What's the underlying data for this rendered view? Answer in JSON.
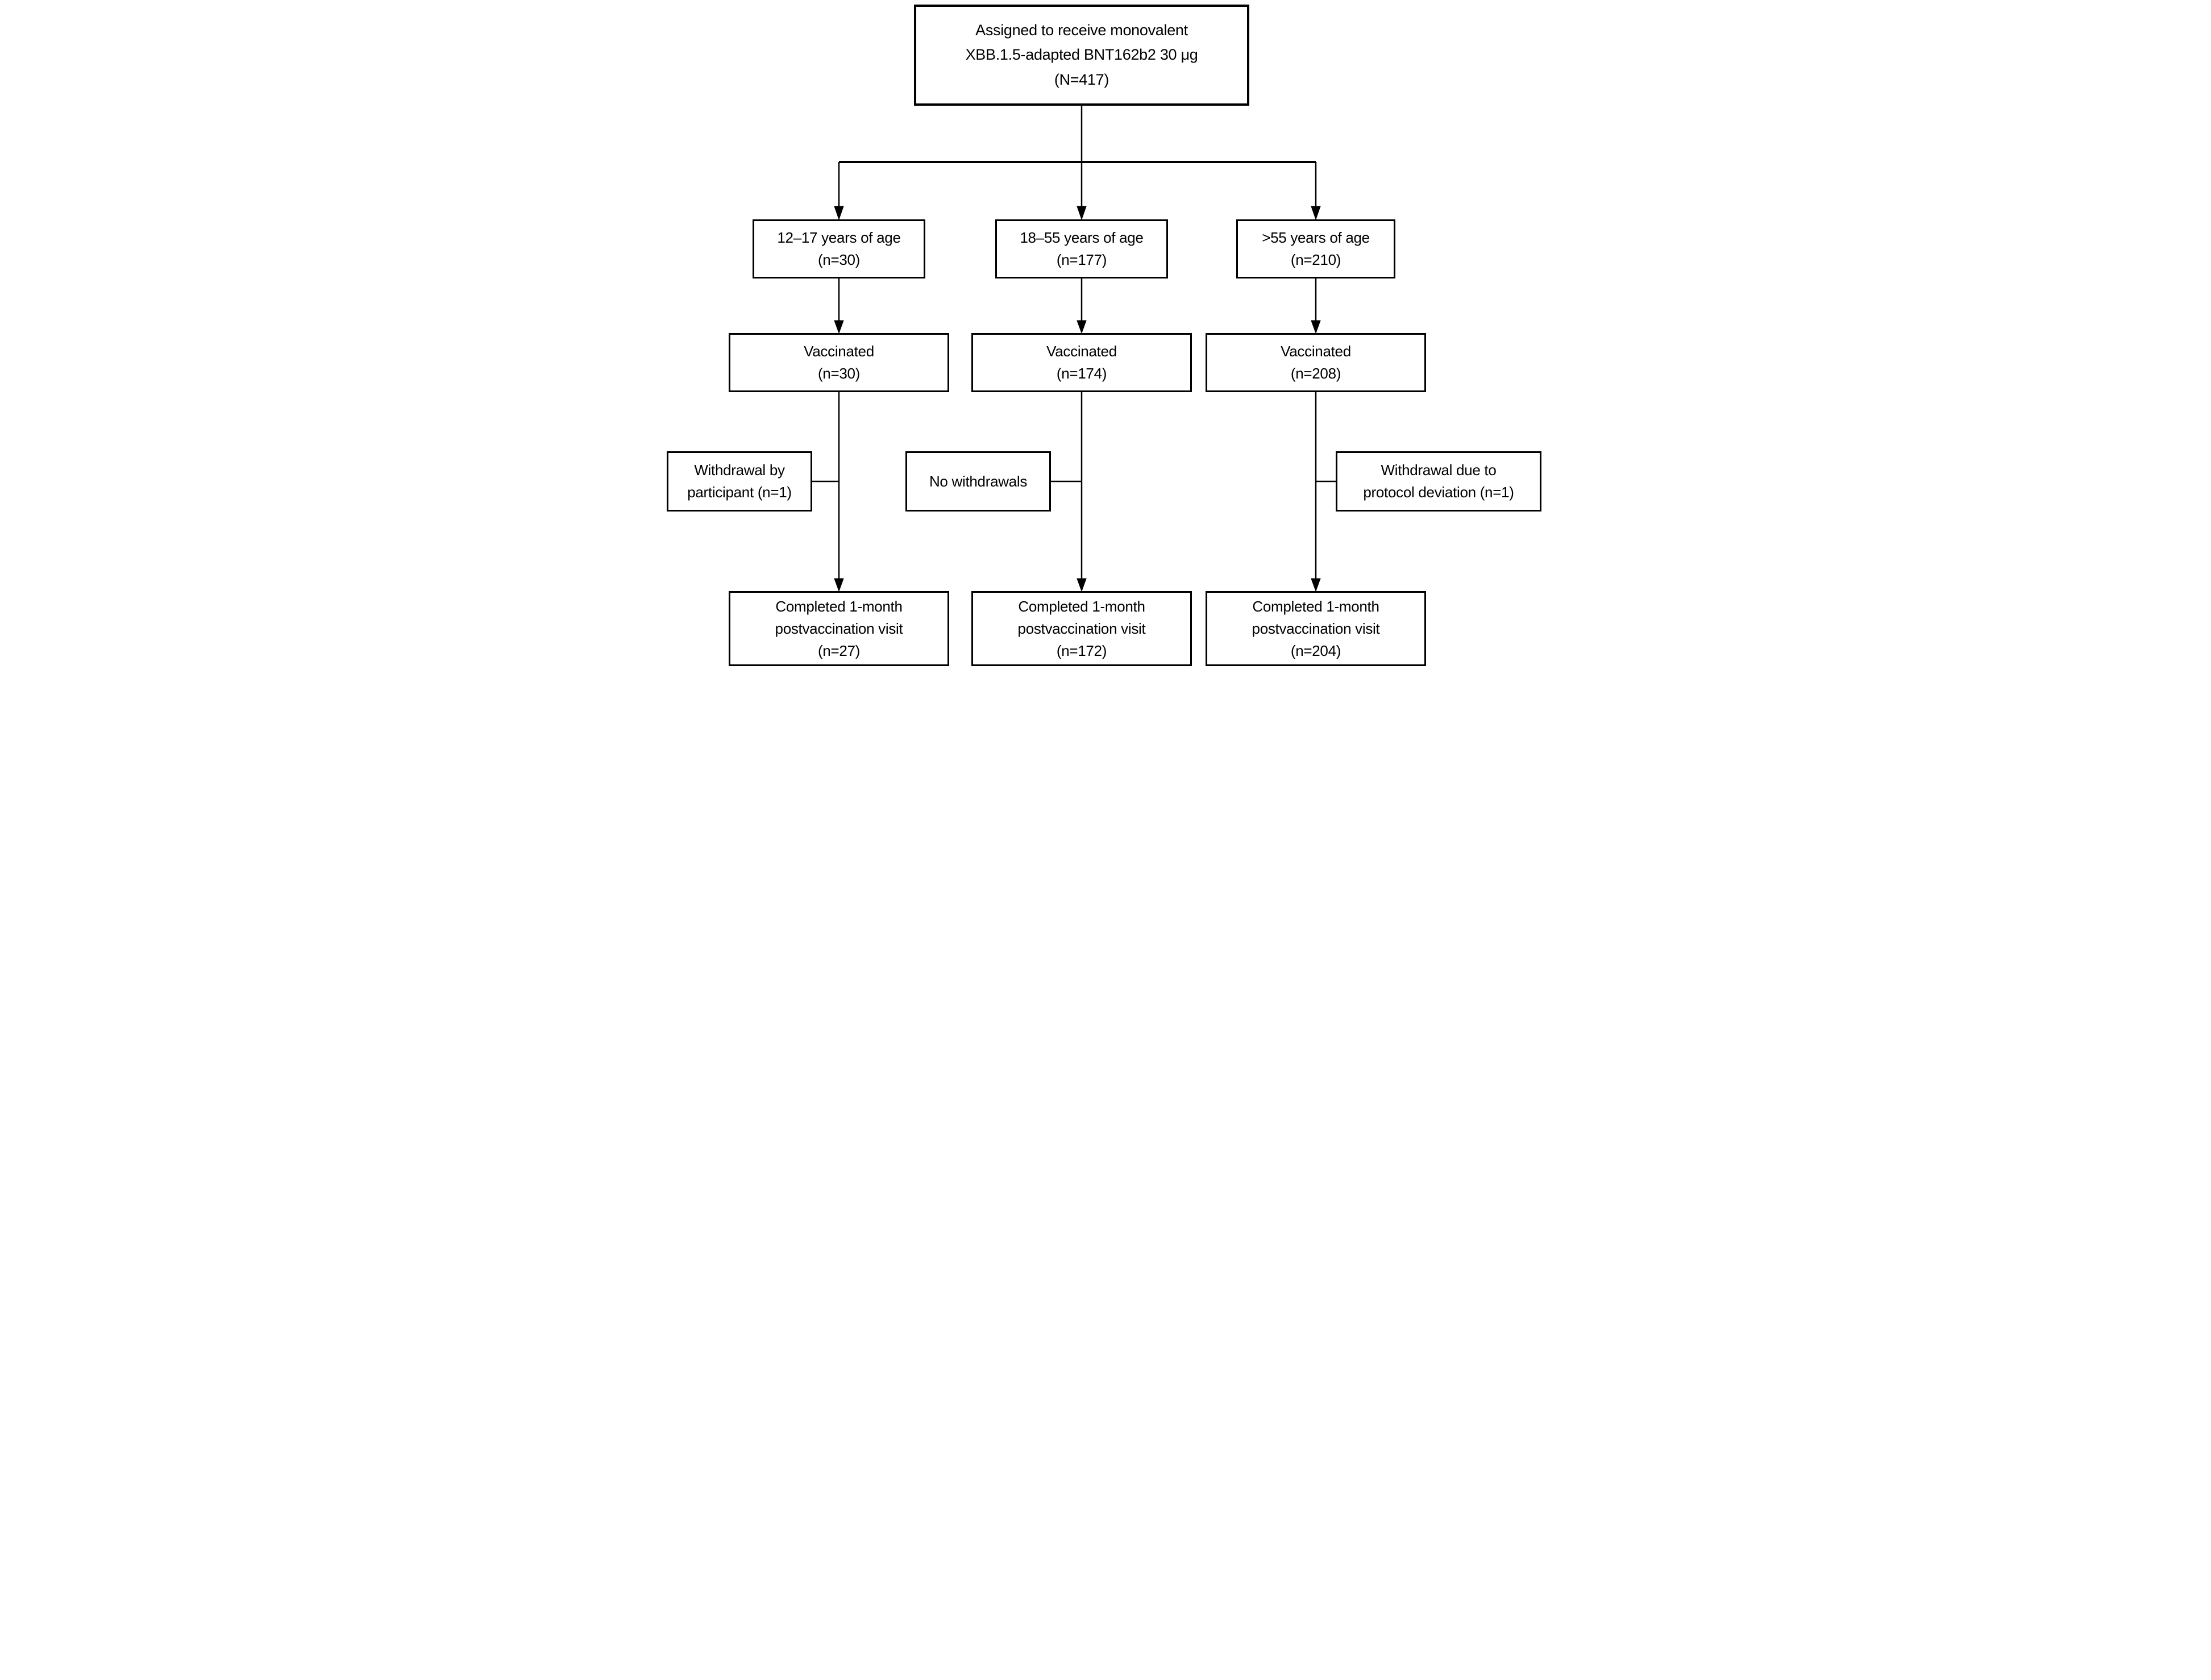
{
  "colors": {
    "background": "#ffffff",
    "box_fill": "#ffffff",
    "box_border": "#000000",
    "connector": "#000000",
    "text": "#000000"
  },
  "top_box": {
    "line1": "Assigned to receive monovalent",
    "line2": "XBB.1.5-adapted BNT162b2 30 μg",
    "line3": "(N=417)"
  },
  "columns": [
    {
      "age": {
        "line1": "12–17 years of age",
        "line2": "(n=30)"
      },
      "vaccinated": {
        "line1": "Vaccinated",
        "line2": "(n=30)"
      },
      "withdrawal": {
        "line1": "Withdrawal by",
        "line2": "participant (n=1)"
      },
      "completed": {
        "line1": "Completed 1-month",
        "line2": "postvaccination visit",
        "line3": "(n=27)"
      }
    },
    {
      "age": {
        "line1": "18–55 years of age",
        "line2": "(n=177)"
      },
      "vaccinated": {
        "line1": "Vaccinated",
        "line2": "(n=174)"
      },
      "withdrawal": {
        "line1": "No withdrawals",
        "line2": ""
      },
      "completed": {
        "line1": "Completed 1-month",
        "line2": "postvaccination visit",
        "line3": "(n=172)"
      }
    },
    {
      "age": {
        "line1": ">55 years of age",
        "line2": "(n=210)"
      },
      "vaccinated": {
        "line1": "Vaccinated",
        "line2": "(n=208)"
      },
      "withdrawal": {
        "line1": "Withdrawal due to",
        "line2": "protocol deviation (n=1)"
      },
      "completed": {
        "line1": "Completed 1-month",
        "line2": "postvaccination visit",
        "line3": "(n=204)"
      }
    }
  ]
}
